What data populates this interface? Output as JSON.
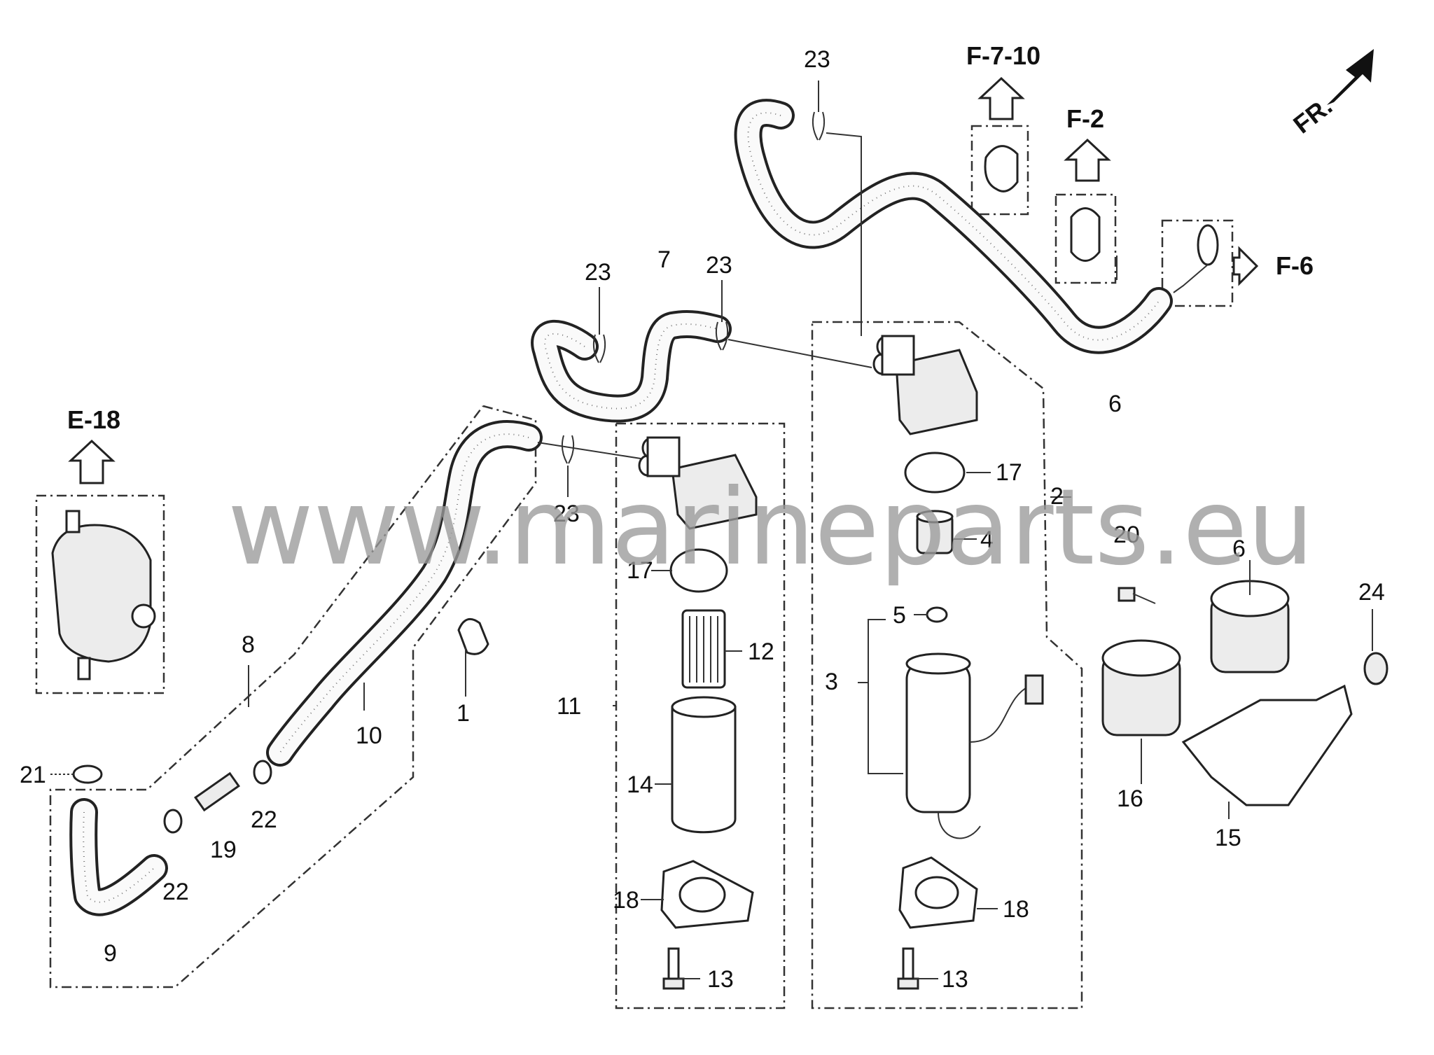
{
  "watermark": "www.marineparts.eu",
  "direction": "FR.",
  "refs": {
    "f7_10": "F-7-10",
    "f2": "F-2",
    "f6": "F-6",
    "e18": "E-18"
  },
  "labels": {
    "p1": "1",
    "p2": "2",
    "p3": "3",
    "p4": "4",
    "p5": "5",
    "p6a": "6",
    "p6b": "6",
    "p7": "7",
    "p8": "8",
    "p9": "9",
    "p10": "10",
    "p11": "11",
    "p12": "12",
    "p13a": "13",
    "p13b": "13",
    "p14": "14",
    "p15": "15",
    "p16": "16",
    "p17a": "17",
    "p17b": "17",
    "p18a": "18",
    "p18b": "18",
    "p19": "19",
    "p20": "20",
    "p21": "21",
    "p22a": "22",
    "p22b": "22",
    "p23a": "23",
    "p23b": "23",
    "p23c": "23",
    "p23d": "23",
    "p24": "24"
  }
}
